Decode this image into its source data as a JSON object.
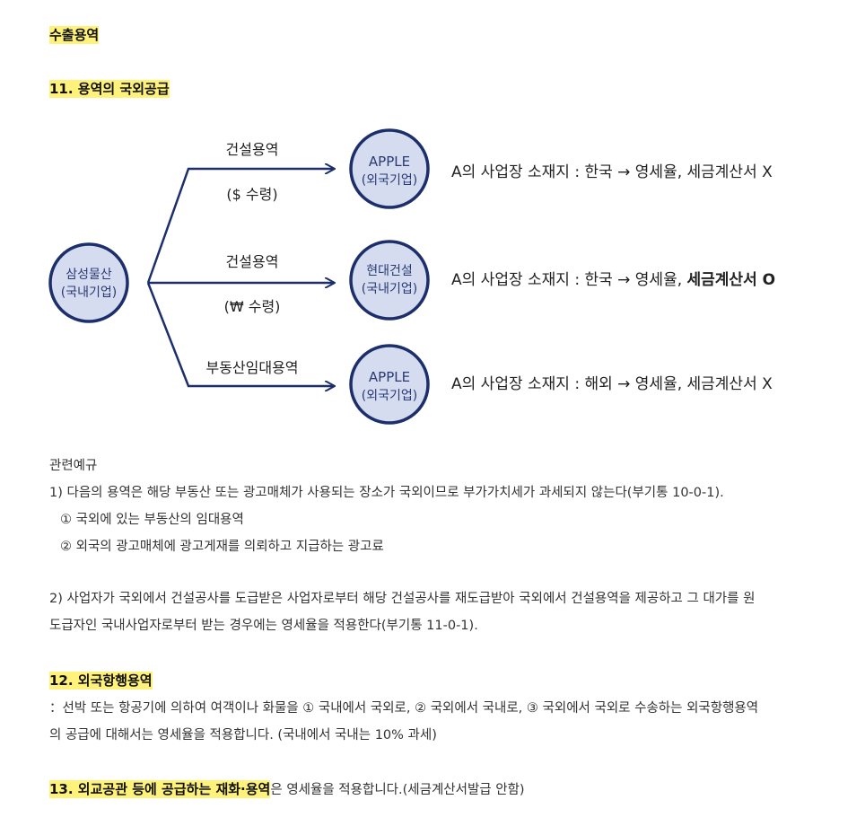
{
  "section_title": "수출용역",
  "h11": "11. 용역의 국외공급",
  "diagram": {
    "source": {
      "line1": "삼성물산",
      "line2": "(국내기업)"
    },
    "branches": [
      {
        "label": "건설용역",
        "sublabel": "($ 수령)",
        "target_line1": "APPLE",
        "target_line2": "(외국기업)",
        "result_prefix": "A의 사업장 소재지 : 한국 → 영세율, ",
        "result_suffix": "세금계산서 X",
        "suffix_bold": false
      },
      {
        "label": "건설용역",
        "sublabel": "(₩ 수령)",
        "target_line1": "현대건설",
        "target_line2": "(국내기업)",
        "result_prefix": "A의 사업장 소재지 : 한국 → 영세율, ",
        "result_suffix": "세금계산서 O",
        "suffix_bold": true
      },
      {
        "label": "부동산임대용역",
        "sublabel": "",
        "target_line1": "APPLE",
        "target_line2": "(외국기업)",
        "result_prefix": "A의 사업장 소재지 : 해외 → 영세율, ",
        "result_suffix": "세금계산서 X",
        "suffix_bold": false
      }
    ],
    "colors": {
      "node_fill": "#d5dcf0",
      "node_stroke": "#1c2f6b",
      "node_text": "#2a3a73",
      "arrow": "#1c2f6b",
      "label": "#222222"
    }
  },
  "related": {
    "title": "관련예규",
    "item1": "1) 다음의 용역은 해당 부동산 또는 광고매체가 사용되는 장소가 국외이므로 부가가치세가 과세되지 않는다(부기통 10-0-1).",
    "item1_sub1": "① 국외에 있는 부동산의 임대용역",
    "item1_sub2": "② 외국의 광고매체에 광고게재를 의뢰하고 지급하는 광고료",
    "item2_line1": "2) 사업자가 국외에서 건설공사를 도급받은 사업자로부터 해당 건설공사를 재도급받아 국외에서 건설용역을 제공하고 그 대가를 원",
    "item2_line2": "도급자인 국내사업자로부터 받는 경우에는 영세율을 적용한다(부기통 11-0-1)."
  },
  "s12": {
    "title": "12. 외국항행용역",
    "line1": "：선박 또는 항공기에 의하여 여객이나 화물을 ① 국내에서 국외로, ② 국외에서 국내로, ③ 국외에서 국외로 수송하는 외국항행용역",
    "line2": "의 공급에 대해서는 영세율을 적용합니다. (국내에서 국내는 10% 과세)"
  },
  "s13": {
    "title": "13. 외교공관 등에 공급하는 재화·용역",
    "rest": "은 영세율을 적용합니다.(세금계산서발급 안함)"
  }
}
